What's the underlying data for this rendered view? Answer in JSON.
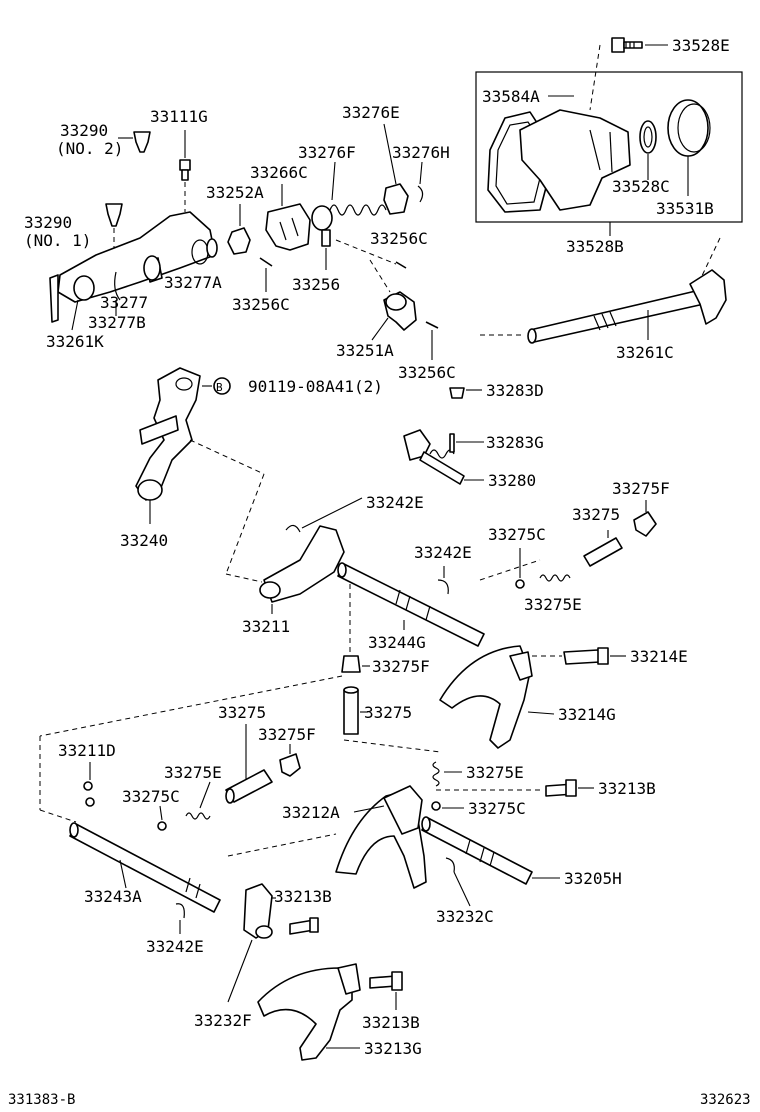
{
  "labels": [
    {
      "name": "33528E",
      "text": "33528E"
    },
    {
      "name": "33584A",
      "text": "33584A"
    },
    {
      "name": "33528C",
      "text": "33528C"
    },
    {
      "name": "33531B",
      "text": "33531B"
    },
    {
      "name": "33528B",
      "text": "33528B"
    },
    {
      "name": "33261C",
      "text": "33261C"
    },
    {
      "name": "33290-no2",
      "text": "33290"
    },
    {
      "name": "no2",
      "text": "(NO. 2)"
    },
    {
      "name": "33111G",
      "text": "33111G"
    },
    {
      "name": "33276E",
      "text": "33276E"
    },
    {
      "name": "33276F",
      "text": "33276F"
    },
    {
      "name": "33276H",
      "text": "33276H"
    },
    {
      "name": "33266C",
      "text": "33266C"
    },
    {
      "name": "33252A",
      "text": "33252A"
    },
    {
      "name": "33290-no1",
      "text": "33290"
    },
    {
      "name": "no1",
      "text": "(NO. 1)"
    },
    {
      "name": "33256C-a",
      "text": "33256C"
    },
    {
      "name": "33277A",
      "text": "33277A"
    },
    {
      "name": "33256",
      "text": "33256"
    },
    {
      "name": "33277",
      "text": "33277"
    },
    {
      "name": "33256C-b",
      "text": "33256C"
    },
    {
      "name": "33277B",
      "text": "33277B"
    },
    {
      "name": "33261K",
      "text": "33261K"
    },
    {
      "name": "33251A",
      "text": "33251A"
    },
    {
      "name": "33256C-c",
      "text": "33256C"
    },
    {
      "name": "90119",
      "text": "90119-08A41(2)"
    },
    {
      "name": "33283D",
      "text": "33283D"
    },
    {
      "name": "33283G",
      "text": "33283G"
    },
    {
      "name": "33280",
      "text": "33280"
    },
    {
      "name": "33240",
      "text": "33240"
    },
    {
      "name": "33242E-a",
      "text": "33242E"
    },
    {
      "name": "33275F-a",
      "text": "33275F"
    },
    {
      "name": "33275-a",
      "text": "33275"
    },
    {
      "name": "33275C-a",
      "text": "33275C"
    },
    {
      "name": "33242E-b",
      "text": "33242E"
    },
    {
      "name": "33275E-a",
      "text": "33275E"
    },
    {
      "name": "33211",
      "text": "33211"
    },
    {
      "name": "33244G",
      "text": "33244G"
    },
    {
      "name": "33214E",
      "text": "33214E"
    },
    {
      "name": "33275F-b",
      "text": "33275F"
    },
    {
      "name": "33214G",
      "text": "33214G"
    },
    {
      "name": "33275-b",
      "text": "33275"
    },
    {
      "name": "33275-c",
      "text": "33275"
    },
    {
      "name": "33275F-c",
      "text": "33275F"
    },
    {
      "name": "33211D",
      "text": "33211D"
    },
    {
      "name": "33275E-b",
      "text": "33275E"
    },
    {
      "name": "33275E-c",
      "text": "33275E"
    },
    {
      "name": "33213B-a",
      "text": "33213B"
    },
    {
      "name": "33275C-b",
      "text": "33275C"
    },
    {
      "name": "33212A",
      "text": "33212A"
    },
    {
      "name": "33275C-c",
      "text": "33275C"
    },
    {
      "name": "33205H",
      "text": "33205H"
    },
    {
      "name": "33243A",
      "text": "33243A"
    },
    {
      "name": "33213B-b",
      "text": "33213B"
    },
    {
      "name": "33232C",
      "text": "33232C"
    },
    {
      "name": "33242E-c",
      "text": "33242E"
    },
    {
      "name": "33232F",
      "text": "33232F"
    },
    {
      "name": "33213B-c",
      "text": "33213B"
    },
    {
      "name": "33213G",
      "text": "33213G"
    }
  ],
  "footer": {
    "left_code": "331383-B",
    "right_code": "332623"
  }
}
